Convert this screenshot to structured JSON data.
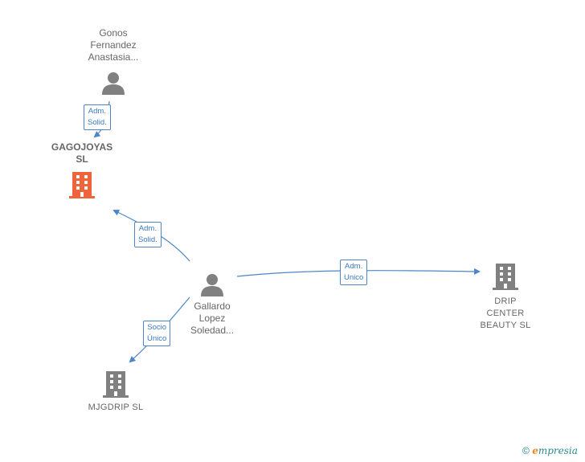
{
  "nodes": {
    "gonos": {
      "label": "Gonos\nFernandez\nAnastasia..."
    },
    "gagojoyas": {
      "label": "GAGOJOYAS\nSL"
    },
    "gallardo": {
      "label": "Gallardo\nLopez\nSoledad..."
    },
    "drip": {
      "label": "DRIP\nCENTER\nBEAUTY  SL"
    },
    "mjgdrip": {
      "label": "MJGDRIP  SL"
    }
  },
  "edges": {
    "gonos_gagojoyas": "Adm.\nSolid.",
    "gallardo_gagojoyas": "Adm.\nSolid.",
    "gallardo_drip": "Adm.\nUnico",
    "gallardo_mjgdrip": "Socio\nÚnico"
  },
  "colors": {
    "edge": "#4a86c8",
    "person": "#808080",
    "company": "#808080",
    "highlight_company": "#f0643c"
  },
  "footer": {
    "copyright": "©",
    "brand_e": "e",
    "brand_rest": "mpresia"
  }
}
